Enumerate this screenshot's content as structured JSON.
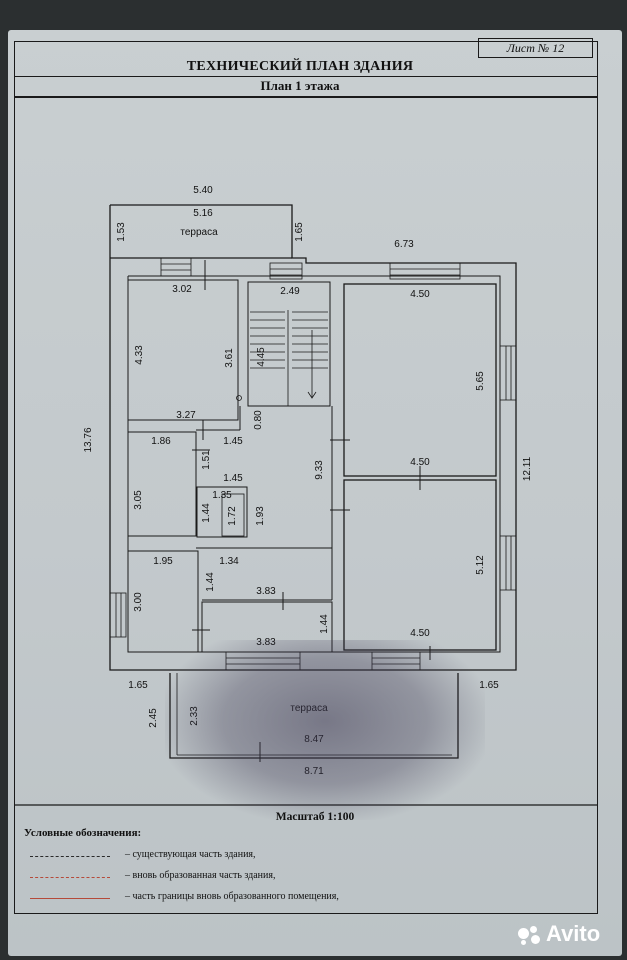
{
  "header": {
    "title": "ТЕХНИЧЕСКИЙ ПЛАН ЗДАНИЯ",
    "subtitle": "План 1 этажа",
    "sheet_number": "Лист № 12"
  },
  "plan": {
    "labels": {
      "terrace_top": "терраса",
      "terrace_bottom": "терраса"
    },
    "dimensions": {
      "top_overall": "5.40",
      "terrace_top_inner": "5.16",
      "terrace_top_left": "1.53",
      "terrace_top_right": "1.65",
      "right_top": "6.73",
      "left_overall": "13.76",
      "right_overall": "12.11",
      "room1_top": "3.02",
      "room1_left": "4.33",
      "room1_right": "3.61",
      "room1_bottom": "3.27",
      "stair_top": "2.49",
      "stair_side": "4.45",
      "stair_door": "0.80",
      "corridor_145a": "1.45",
      "corridor_151": "1.51",
      "corridor_145b": "1.45",
      "corridor_933": "9.33",
      "room2_top": "1.86",
      "room2_side": "3.05",
      "bath_top": "1.35",
      "bath_left": "1.44",
      "bath_inner": "1.72",
      "bath_right": "1.93",
      "hall_134": "1.34",
      "hall_144": "1.44",
      "room3_top": "1.95",
      "room3_side": "3.00",
      "room4_top": "3.83",
      "room4_bottom": "3.83",
      "room4_side": "1.44",
      "big1_top": "4.50",
      "big1_side": "5.65",
      "big1_bottom": "4.50",
      "big2_side": "5.12",
      "big2_bottom": "4.50",
      "terrace_left_ext": "1.65",
      "terrace_right_ext": "1.65",
      "terrace_depth_outer": "2.45",
      "terrace_depth_inner": "2.33",
      "terrace_inner_width": "8.47",
      "terrace_outer_width": "8.71"
    }
  },
  "scale": "Масштаб 1:100",
  "legend": {
    "title": "Условные обозначения:",
    "items": [
      {
        "text": "– существующая часть здания,",
        "color": "#2a2a2a",
        "style": "dashed"
      },
      {
        "text": "– вновь образованная часть здания,",
        "color": "#b54a3a",
        "style": "dashed"
      },
      {
        "text": "– часть границы вновь образованного помещения,",
        "color": "#b54a3a",
        "style": "solid"
      }
    ]
  },
  "watermark": "Avito"
}
